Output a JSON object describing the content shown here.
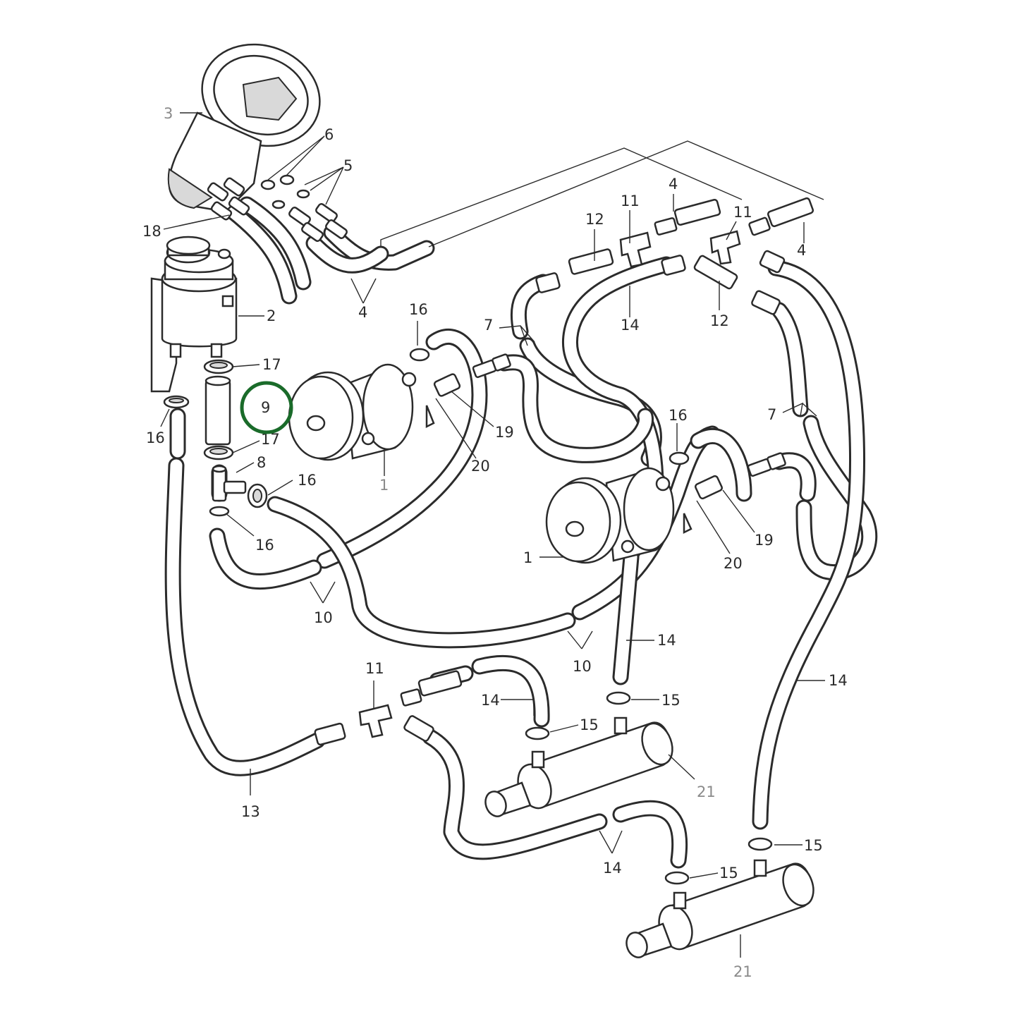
{
  "highlight_color": "#1a6b2a",
  "callouts": {
    "c3": "3",
    "c6": "6",
    "c5": "5",
    "c18": "18",
    "c2": "2",
    "c4a": "4",
    "c4b": "4",
    "c4c": "4",
    "c12a": "12",
    "c11a": "11",
    "c11b": "11",
    "c14a": "14",
    "c12b": "12",
    "c16a": "16",
    "c7a": "7",
    "c17a": "17",
    "c9": "9",
    "c17b": "17",
    "c16b": "16",
    "c8": "8",
    "c16c": "16",
    "c16d": "16",
    "c19a": "19",
    "c20a": "20",
    "c1a": "1",
    "c16e": "16",
    "c7b": "7",
    "c1b": "1",
    "c19b": "19",
    "c20b": "20",
    "c10a": "10",
    "c10b": "10",
    "c14b": "14",
    "c14c": "14",
    "c11c": "11",
    "c14d": "14",
    "c15a": "15",
    "c15b": "15",
    "c21a": "21",
    "c13": "13",
    "c14e": "14",
    "c15c": "15",
    "c15d": "15",
    "c21b": "21"
  }
}
